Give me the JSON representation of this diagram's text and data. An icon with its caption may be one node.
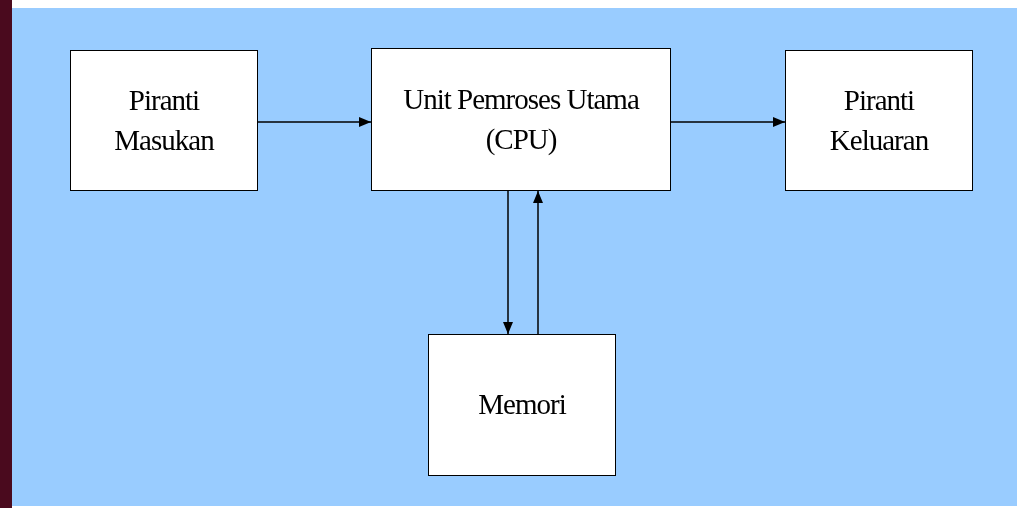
{
  "diagram": {
    "nodes": [
      {
        "text": [
          "Piranti Masukan"
        ]
      },
      {
        "text": [
          "Unit Pemroses Utama (CPU)"
        ]
      },
      {
        "text": [
          "Piranti Keluaran"
        ]
      },
      {
        "text": [
          "Memori"
        ]
      }
    ],
    "edges": [
      {
        "from": 0,
        "to": 1,
        "arrow": "to"
      },
      {
        "from": 1,
        "to": 2,
        "arrow": "to"
      },
      {
        "from": 1,
        "to": 3,
        "arrow": "to"
      },
      {
        "from": 3,
        "to": 1,
        "arrow": "to"
      }
    ]
  }
}
